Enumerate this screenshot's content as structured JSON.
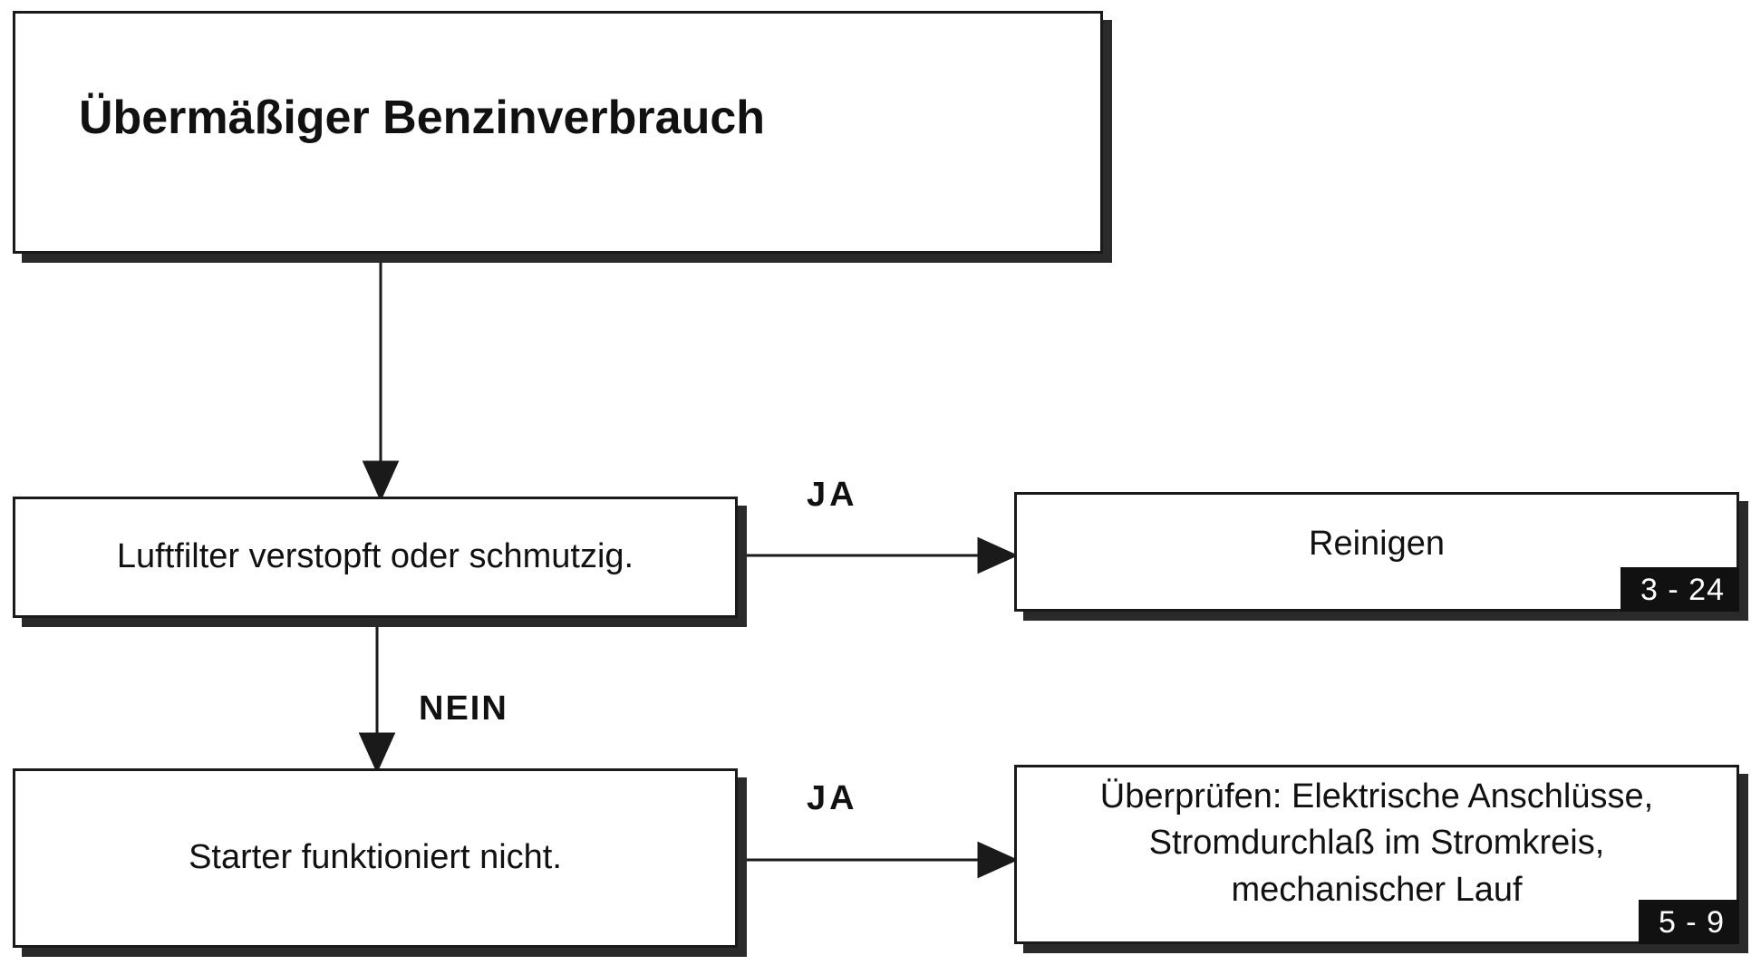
{
  "title": "Übermäßiger Benzinverbrauch",
  "steps": [
    {
      "question": "Luftfilter verstopft oder schmutzig.",
      "yes_label": "JA",
      "action_lines": [
        "Reinigen"
      ],
      "reference": "3 - 24"
    },
    {
      "question": "Starter funktioniert nicht.",
      "yes_label": "JA",
      "action_lines": [
        "Überprüfen: Elektrische Anschlüsse,",
        "Stromdurchlaß im Stromkreis,",
        "mechanischer Lauf"
      ],
      "reference": "5 - 9"
    }
  ],
  "no_label": "NEIN",
  "colors": {
    "line": "#1a1a1a",
    "shadow": "#2a2a2a",
    "badge": "#111111"
  }
}
